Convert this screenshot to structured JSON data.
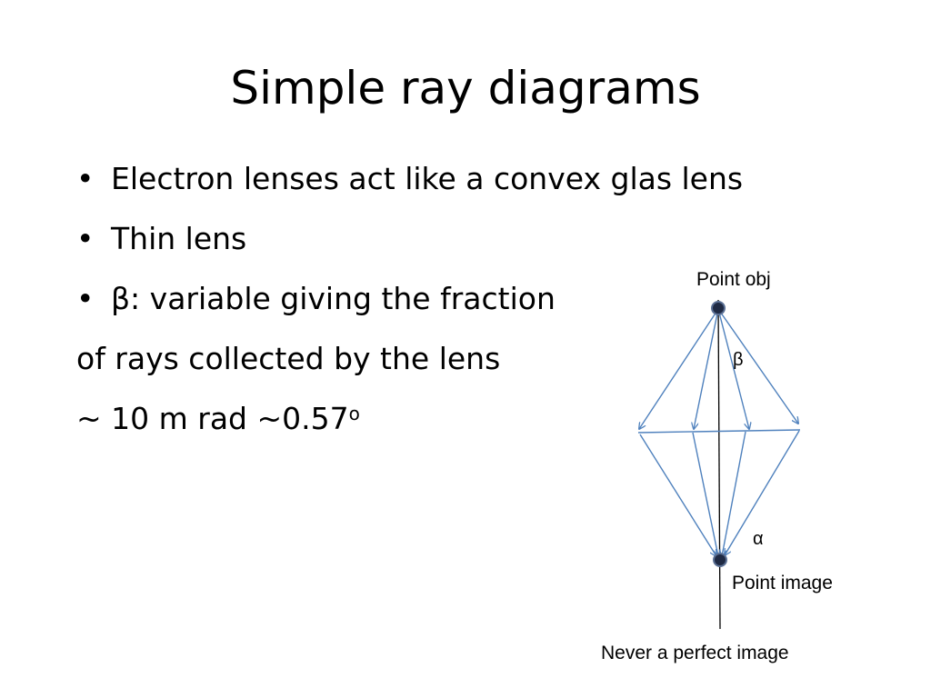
{
  "title": "Simple ray diagrams",
  "bullets": [
    {
      "text": "Electron lenses act like a convex glas lens",
      "bullet": true
    },
    {
      "text": "Thin lens",
      "bullet": true
    },
    {
      "text": "β: variable giving the fraction",
      "bullet": true
    },
    {
      "text": "of rays collected by the lens",
      "bullet": false
    },
    {
      "text": "~ 10 m rad ~0.57",
      "bullet": false,
      "superscript": "o"
    }
  ],
  "diagram": {
    "object_label": "Point obj",
    "beta_label": "β",
    "alpha_label": "α",
    "image_label": "Point image",
    "caption": "Never a perfect image",
    "ray_color": "#4f81bd",
    "axis_color": "#000000",
    "point_color": "#1f2a44"
  }
}
